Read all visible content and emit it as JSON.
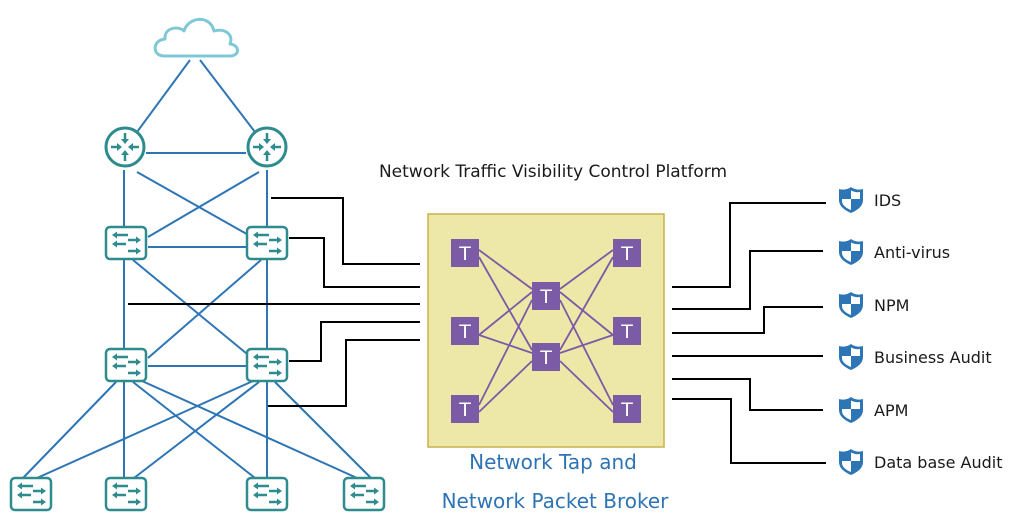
{
  "title": "Network Traffic Visibility Control Platform",
  "broker": {
    "label_line1": "Network Tap and",
    "label_line2": "Network Packet Broker",
    "node_letter": "T",
    "node_count": 8
  },
  "network": {
    "cloud": "cloud-icon",
    "routers": 2,
    "aggregation_switches": 2,
    "access_switches": 2,
    "edge_switches": 4
  },
  "tools": [
    {
      "label": "IDS",
      "icon": "shield-icon"
    },
    {
      "label": "Anti-virus",
      "icon": "shield-icon"
    },
    {
      "label": "NPM",
      "icon": "shield-icon"
    },
    {
      "label": "Business Audit",
      "icon": "shield-icon"
    },
    {
      "label": "APM",
      "icon": "shield-icon"
    },
    {
      "label": "Data base Audit",
      "icon": "shield-icon"
    }
  ],
  "colors": {
    "network_line": "#2e75b6",
    "device": "#2e8b8e",
    "cloud": "#7fc8d6",
    "broker_fill": "#ede8a8",
    "broker_border": "#c9b24a",
    "tap_node": "#7b5aa6",
    "connector": "#000000",
    "shield": "#2e75b6"
  }
}
